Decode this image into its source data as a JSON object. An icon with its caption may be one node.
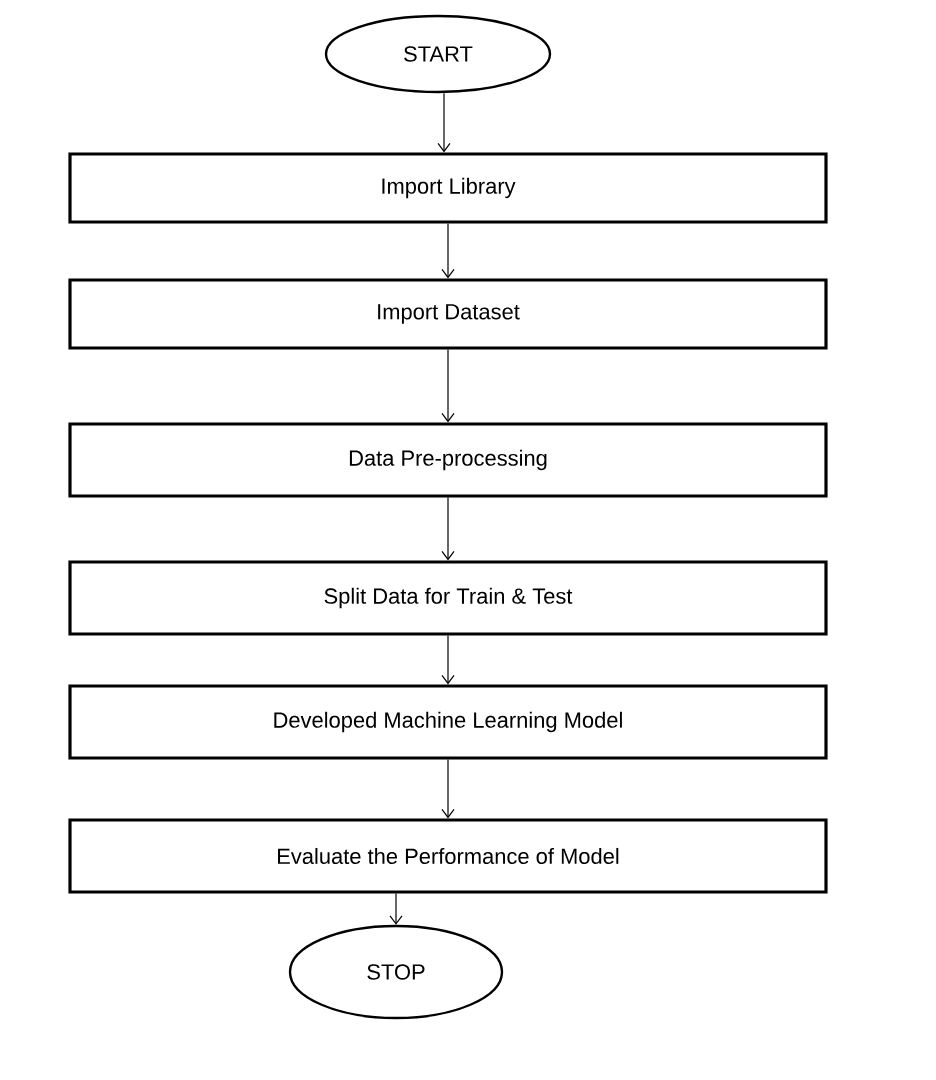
{
  "diagram": {
    "nodes": [
      {
        "text": [
          "START"
        ]
      },
      {
        "text": [
          "Import Library"
        ]
      },
      {
        "text": [
          "Import Dataset"
        ]
      },
      {
        "text": [
          "Data Pre-processing"
        ]
      },
      {
        "text": [
          "Split Data for Train  & Test"
        ]
      },
      {
        "text": [
          "Developed Machine Learning Model"
        ]
      },
      {
        "text": [
          "Evaluate the Performance of Model"
        ]
      },
      {
        "text": [
          "STOP"
        ]
      }
    ],
    "edges": [
      {
        "from": 0,
        "to": 1,
        "arrow": "to"
      },
      {
        "from": 1,
        "to": 2,
        "arrow": "to"
      },
      {
        "from": 2,
        "to": 3,
        "arrow": "to"
      },
      {
        "from": 3,
        "to": 4,
        "arrow": "to"
      },
      {
        "from": 4,
        "to": 5,
        "arrow": "to"
      },
      {
        "from": 5,
        "to": 6,
        "arrow": "to"
      },
      {
        "from": 6,
        "to": 7,
        "arrow": "to"
      }
    ]
  }
}
